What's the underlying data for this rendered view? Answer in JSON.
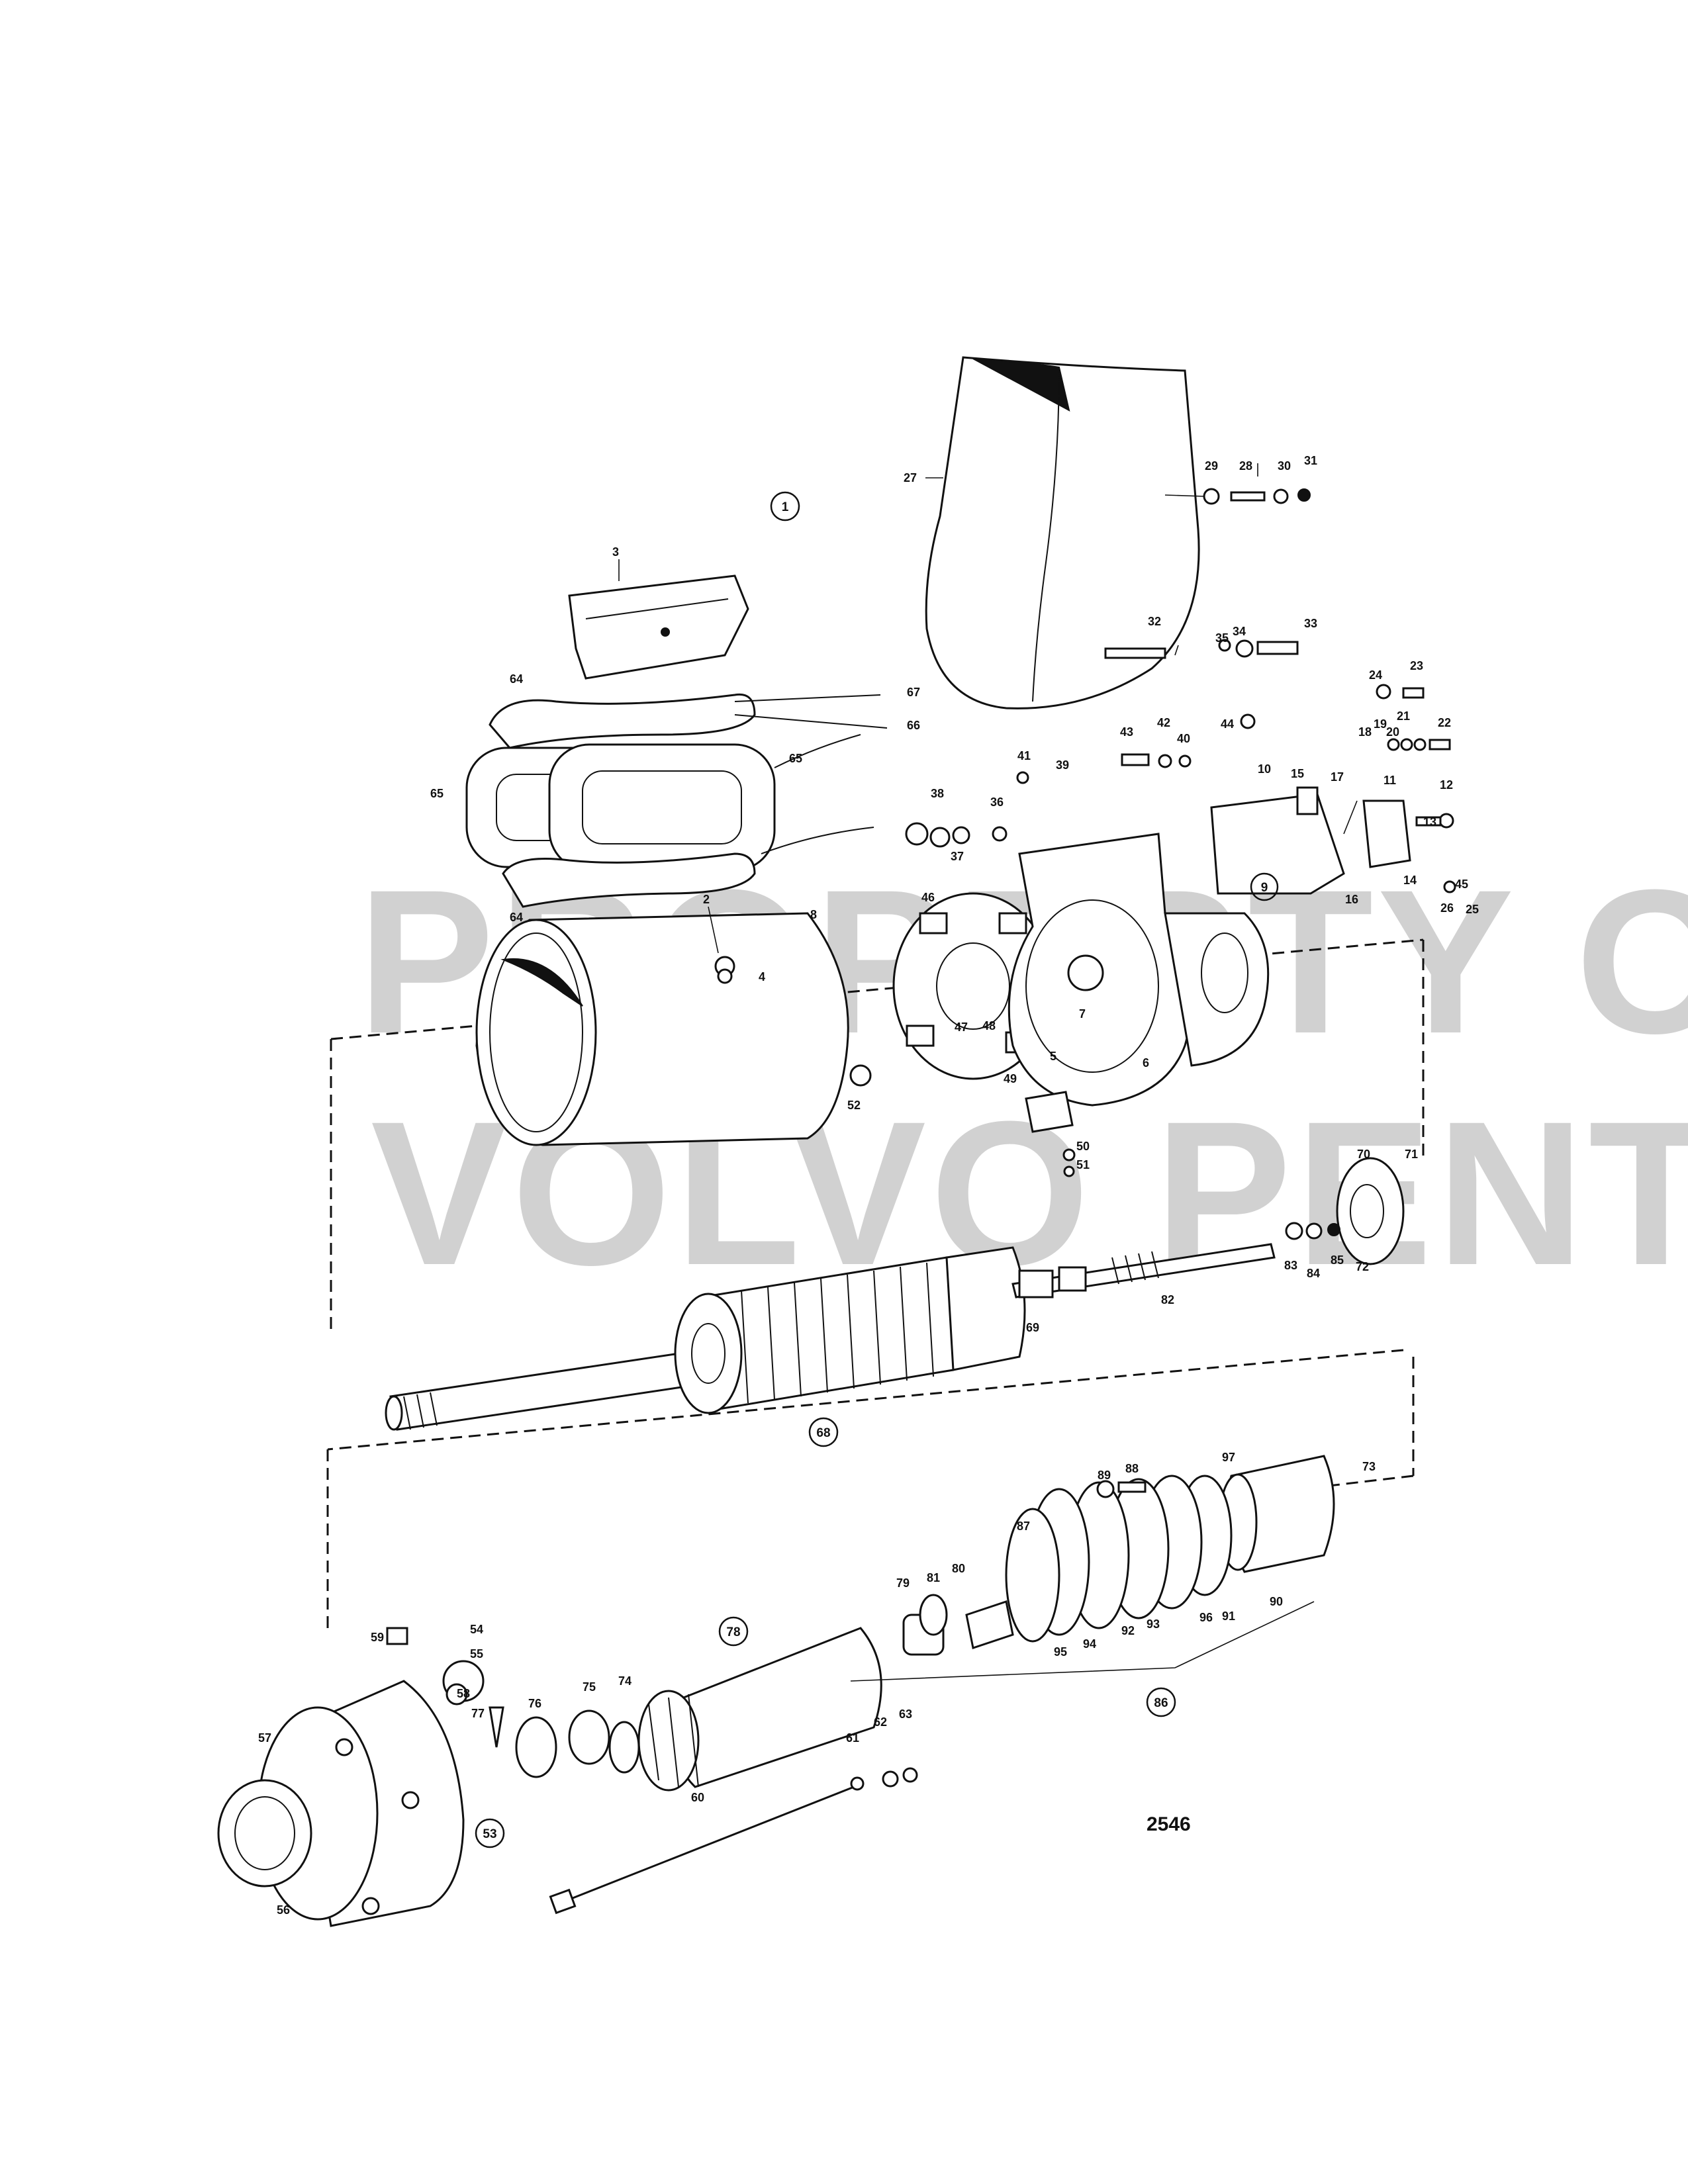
{
  "drawing_number": "2546",
  "group_number": "1",
  "watermark": {
    "line1": "PROPERTY OF",
    "line2": "VOLVO PENTA"
  },
  "callouts": {
    "p2": "2",
    "p3": "3",
    "p4": "4",
    "p5": "5",
    "p6": "6",
    "p7": "7",
    "p8": "8",
    "p9": "9",
    "p10": "10",
    "p11": "11",
    "p12": "12",
    "p13": "13",
    "p14": "14",
    "p15": "15",
    "p16": "16",
    "p17": "17",
    "p18": "18",
    "p19": "19",
    "p20": "20",
    "p21": "21",
    "p22": "22",
    "p23": "23",
    "p24": "24",
    "p25": "25",
    "p26": "26",
    "p27": "27",
    "p28": "28",
    "p29": "29",
    "p30": "30",
    "p31": "31",
    "p32": "32",
    "p33": "33",
    "p34": "34",
    "p35": "35",
    "p36": "36",
    "p37": "37",
    "p38": "38",
    "p39": "39",
    "p40": "40",
    "p41": "41",
    "p42": "42",
    "p43": "43",
    "p44": "44",
    "p45": "45",
    "p46": "46",
    "p47": "47",
    "p48": "48",
    "p49": "49",
    "p50": "50",
    "p51": "51",
    "p52": "52",
    "p53": "53",
    "p54": "54",
    "p55": "55",
    "p56": "56",
    "p57": "57",
    "p58": "58",
    "p59": "59",
    "p60": "60",
    "p61": "61",
    "p62": "62",
    "p63": "63",
    "p64a": "64",
    "p64b": "64",
    "p65a": "65",
    "p65b": "65",
    "p66": "66",
    "p67": "67",
    "p68": "68",
    "p69": "69",
    "p70": "70",
    "p71": "71",
    "p72": "72",
    "p73": "73",
    "p74": "74",
    "p75": "75",
    "p76": "76",
    "p77": "77",
    "p78": "78",
    "p79": "79",
    "p80": "80",
    "p81": "81",
    "p82": "82",
    "p83": "83",
    "p84": "84",
    "p85": "85",
    "p86": "86",
    "p87": "87",
    "p88": "88",
    "p89": "89",
    "p90": "90",
    "p91": "91",
    "p92": "92",
    "p93": "93",
    "p94": "94",
    "p95": "95",
    "p96": "96",
    "p97": "97"
  }
}
